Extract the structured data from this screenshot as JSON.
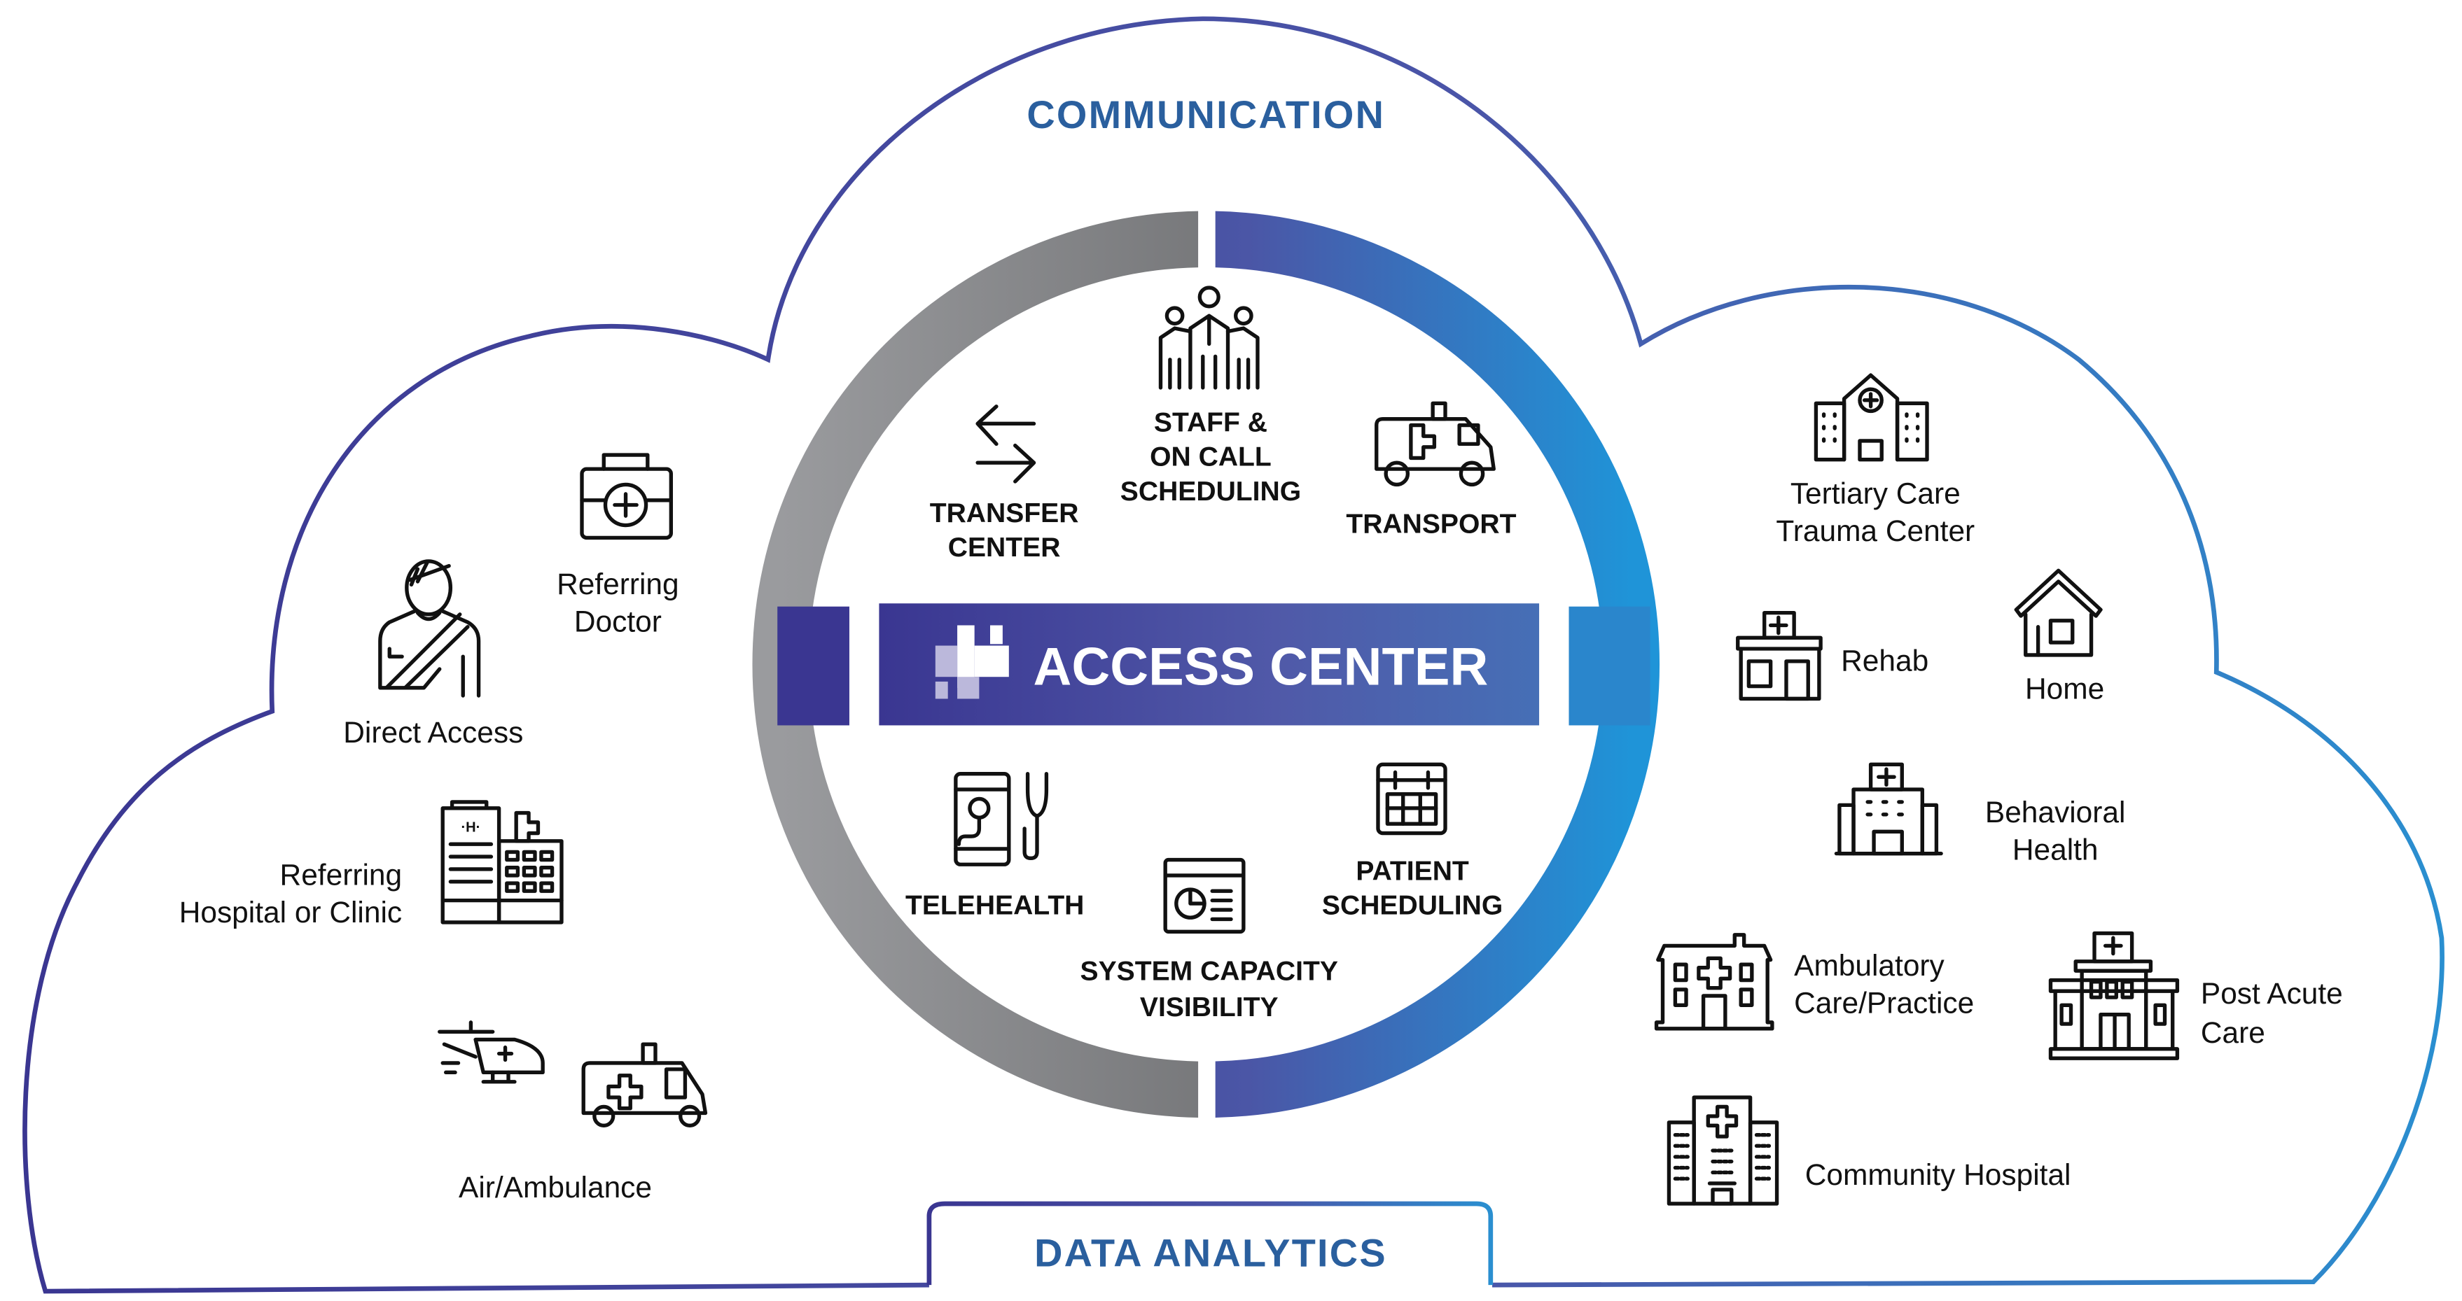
{
  "header": {
    "communication": "COMMUNICATION",
    "data_analytics": "DATA  ANALYTICS"
  },
  "center": {
    "title": "ACCESS CENTER"
  },
  "inner_services": [
    {
      "id": "transfer",
      "line1": "TRANSFER",
      "line2": "CENTER",
      "icon": "swap-arrows-icon"
    },
    {
      "id": "staff",
      "line1": "STAFF &",
      "line2": "ON CALL",
      "line3": "SCHEDULING",
      "icon": "medical-staff-icon"
    },
    {
      "id": "transport",
      "line1": "TRANSPORT",
      "icon": "ambulance-icon"
    },
    {
      "id": "telehealth",
      "line1": "TELEHEALTH",
      "icon": "phone-stethoscope-icon"
    },
    {
      "id": "capacity",
      "line1": "SYSTEM CAPACITY",
      "line2": "VISIBILITY",
      "icon": "dashboard-chart-icon"
    },
    {
      "id": "patient_sched",
      "line1": "PATIENT",
      "line2": "SCHEDULING",
      "icon": "calendar-icon"
    }
  ],
  "left_sources": [
    {
      "id": "referring_doctor",
      "line1": "Referring",
      "line2": "Doctor",
      "icon": "medical-kit-icon"
    },
    {
      "id": "direct_access",
      "line1": "Direct Access",
      "icon": "injured-patient-icon"
    },
    {
      "id": "referring_hospital",
      "line1": "Referring",
      "line2": "Hospital or Clinic",
      "icon": "hospital-building-icon"
    },
    {
      "id": "air_ambulance",
      "line1": "Air/Ambulance",
      "icon": "helicopter-ambulance-icon"
    }
  ],
  "right_destinations": [
    {
      "id": "tertiary",
      "line1": "Tertiary Care",
      "line2": "Trauma Center",
      "icon": "tertiary-hospital-icon"
    },
    {
      "id": "rehab",
      "line1": "Rehab",
      "icon": "rehab-clinic-icon"
    },
    {
      "id": "home",
      "line1": "Home",
      "icon": "house-icon"
    },
    {
      "id": "behavioral",
      "line1": "Behavioral",
      "line2": "Health",
      "icon": "behavioral-health-building-icon"
    },
    {
      "id": "ambulatory",
      "line1": "Ambulatory",
      "line2": "Care/Practice",
      "icon": "ambulatory-clinic-icon"
    },
    {
      "id": "post_acute",
      "line1": "Post Acute",
      "line2": "Care",
      "icon": "post-acute-building-icon"
    },
    {
      "id": "community",
      "line1": "Community Hospital",
      "icon": "community-hospital-icon"
    }
  ],
  "colors": {
    "navy": "#3a3691",
    "blue": "#2a5f9e",
    "cyan": "#2290d4",
    "gray_dark": "#58595b",
    "gray_light": "#8c8d90"
  }
}
